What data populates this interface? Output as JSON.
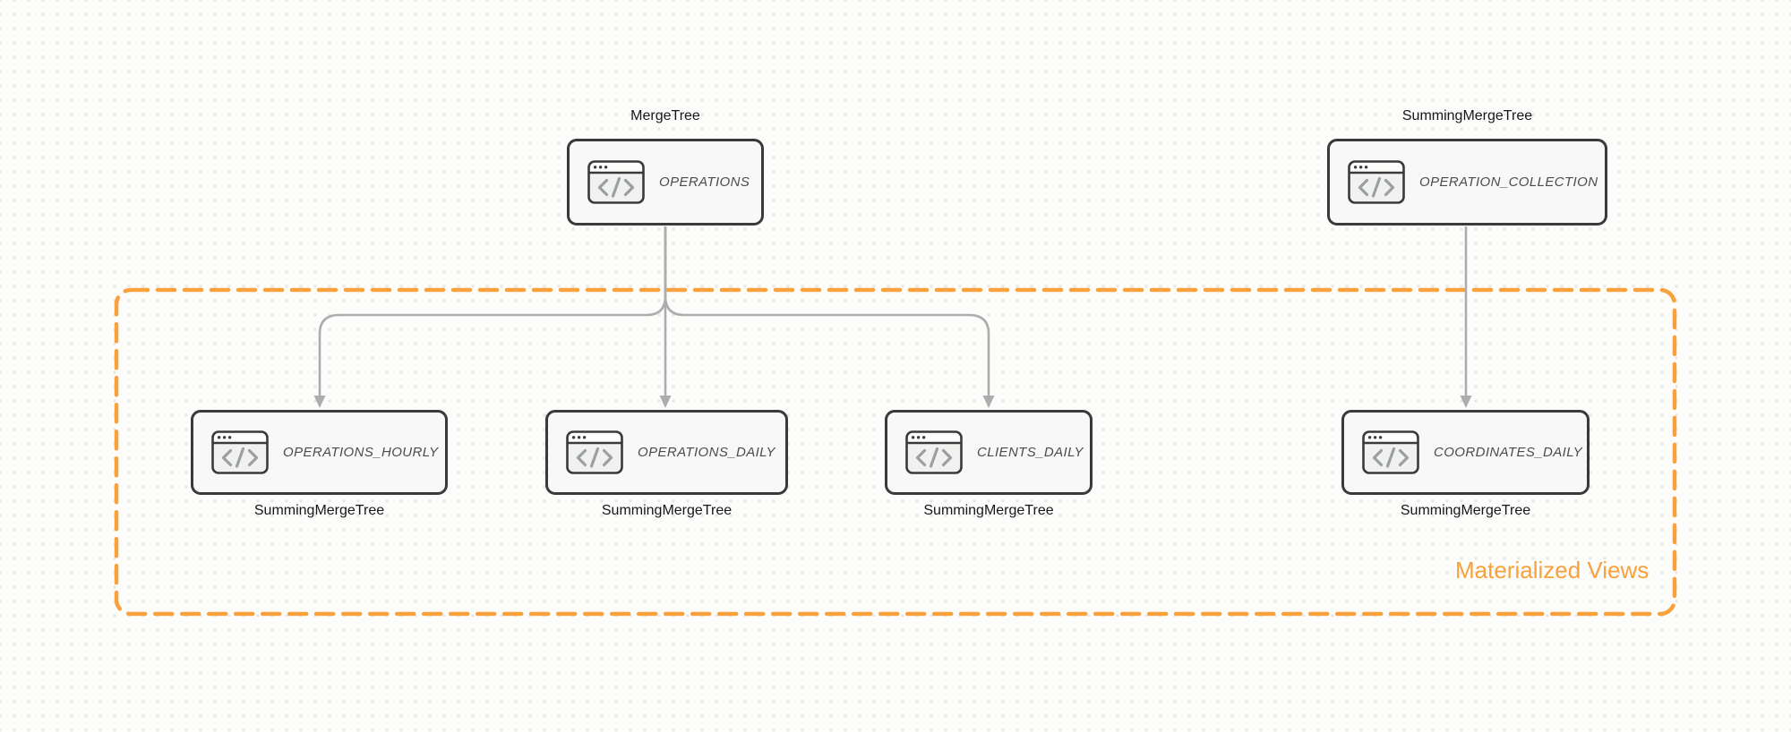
{
  "diagram": {
    "group": {
      "label": "Materialized Views"
    },
    "nodes": [
      {
        "id": "operations",
        "label": "OPERATIONS",
        "engine": "MergeTree",
        "engine_position": "top",
        "icon": "code-window-icon"
      },
      {
        "id": "operation_collection",
        "label": "OPERATION_COLLECTION",
        "engine": "SummingMergeTree",
        "engine_position": "top",
        "icon": "code-window-icon"
      },
      {
        "id": "operations_hourly",
        "label": "OPERATIONS_HOURLY",
        "engine": "SummingMergeTree",
        "engine_position": "bottom",
        "icon": "code-window-icon"
      },
      {
        "id": "operations_daily",
        "label": "OPERATIONS_DAILY",
        "engine": "SummingMergeTree",
        "engine_position": "bottom",
        "icon": "code-window-icon"
      },
      {
        "id": "clients_daily",
        "label": "CLIENTS_DAILY",
        "engine": "SummingMergeTree",
        "engine_position": "bottom",
        "icon": "code-window-icon"
      },
      {
        "id": "coordinates_daily",
        "label": "COORDINATES_DAILY",
        "engine": "SummingMergeTree",
        "engine_position": "bottom",
        "icon": "code-window-icon"
      }
    ],
    "edges": [
      {
        "from": "operations",
        "to": "operations_hourly"
      },
      {
        "from": "operations",
        "to": "operations_daily"
      },
      {
        "from": "operations",
        "to": "clients_daily"
      },
      {
        "from": "operation_collection",
        "to": "coordinates_daily"
      }
    ],
    "colors": {
      "accent_orange": "#f9a13c",
      "node_border": "#3a3a3c",
      "node_fill": "#f7f8f7",
      "node_text": "#4c4c4e",
      "arrow_gray": "#adadad",
      "engine_text": "#17171a",
      "canvas_bg": "#fcfcfb",
      "dot_grid": "#e0e1dc"
    }
  }
}
